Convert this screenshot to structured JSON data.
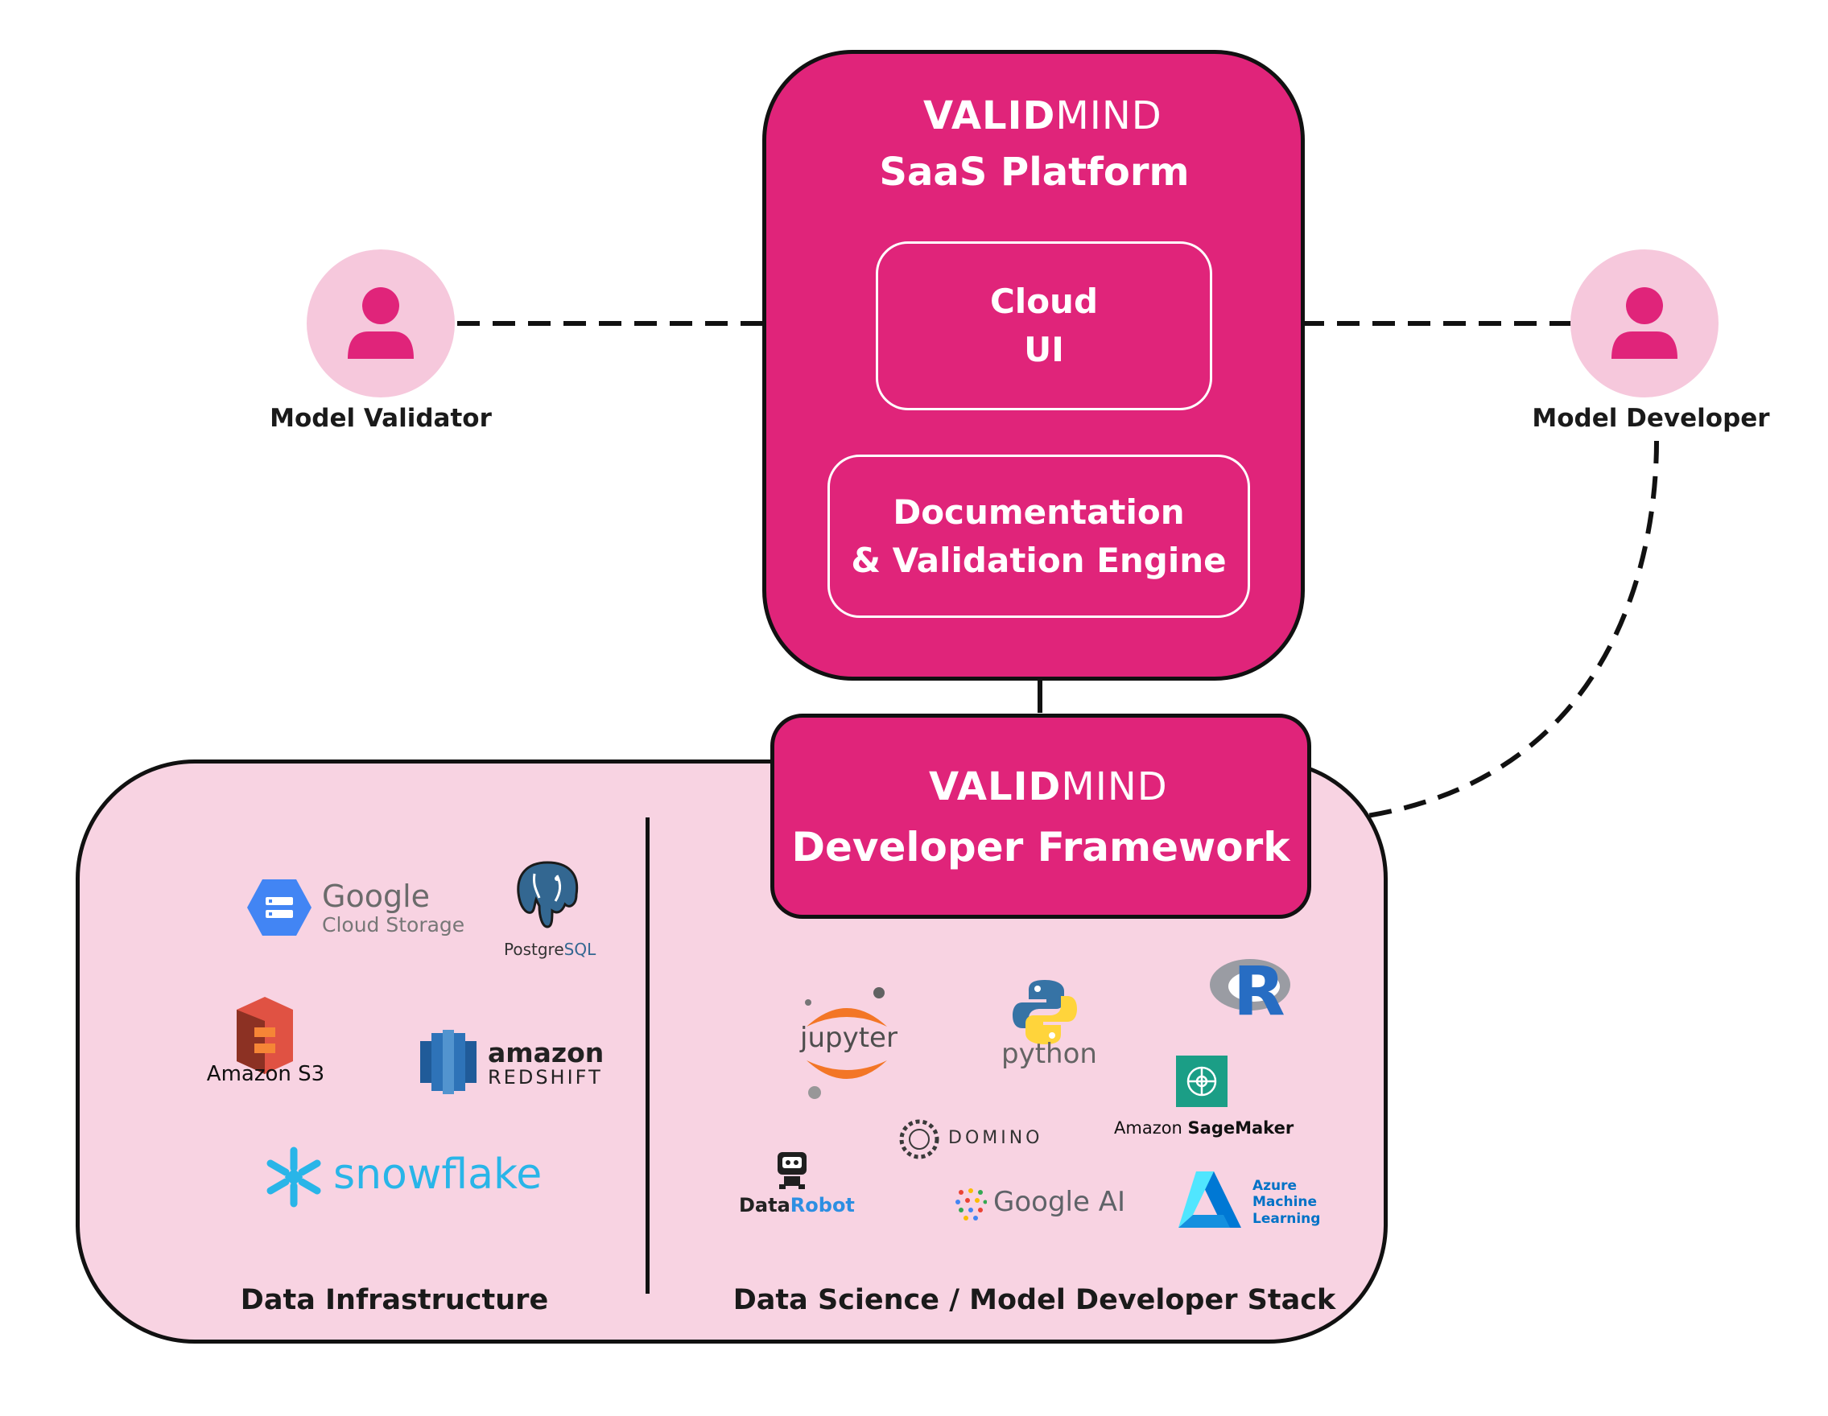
{
  "saas": {
    "brand_a": "VALID",
    "brand_b": "MIND",
    "title": "SaaS Platform",
    "cloud_ui": "Cloud\nUI",
    "engine": "Documentation\n& Validation Engine"
  },
  "devfw": {
    "brand_a": "VALID",
    "brand_b": "MIND",
    "title": "Developer Framework"
  },
  "actors": {
    "validator": "Model Validator",
    "developer": "Model Developer"
  },
  "sections": {
    "data_infra": "Data Infrastructure",
    "ds_stack": "Data Science / Model Developer Stack"
  },
  "logos": {
    "gcs_a": "Google",
    "gcs_b": "Cloud Storage",
    "postgres_a": "Postgre",
    "postgres_b": "SQL",
    "s3": "Amazon S3",
    "redshift_a": "amazon",
    "redshift_b": "REDSHIFT",
    "snowflake": "snowflake",
    "jupyter": "jupyter",
    "python": "python",
    "r": "R",
    "sagemaker_a": "Amazon ",
    "sagemaker_b": "SageMaker",
    "domino": "DOMINO",
    "datarobot_a": "Data",
    "datarobot_b": "Robot",
    "googleai": "Google AI",
    "azure_1": "Azure",
    "azure_2": "Machine",
    "azure_3": "Learning"
  },
  "colors": {
    "brand_pink": "#e0247a",
    "light_pink": "#f8d3e2",
    "person_circle": "#f6c8dc",
    "outline": "#111111"
  }
}
